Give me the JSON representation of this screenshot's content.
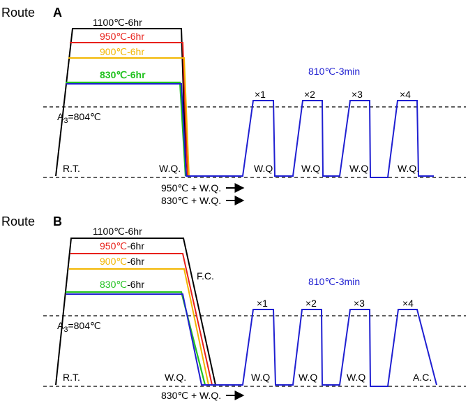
{
  "colors": {
    "black": "#000000",
    "red": "#e8211b",
    "orange": "#f2b600",
    "green": "#22c21f",
    "blue": "#1f1fd1"
  },
  "route_a": {
    "word": "Route",
    "letter": "A",
    "profile_1100": "1100℃-6hr",
    "profile_950": "950℃-6hr",
    "profile_900": "900℃-6hr",
    "profile_830": "830℃-6hr",
    "cycle_temp_num": "810℃",
    "cycle_temp_rest": "-3min",
    "a3": "A",
    "a3_sub": "3",
    "a3_value": "=804℃",
    "rt": "R.T.",
    "wq_main": "W.Q.",
    "cycles": [
      "×1",
      "×2",
      "×3",
      "×4"
    ],
    "wq_cycles": [
      "W.Q",
      "W.Q",
      "W.Q",
      "W.Q."
    ],
    "note_950": "950℃ + W.Q.",
    "note_830": "830℃ + W.Q."
  },
  "route_b": {
    "word": "Route",
    "letter": "B",
    "profile_1100": "1100℃-6hr",
    "profile_950_num": "950℃",
    "profile_950_rest": "-6hr",
    "profile_900_num": "900℃",
    "profile_900_rest": "-6hr",
    "profile_830_num": "830℃",
    "profile_830_rest": "-6hr",
    "fc": "F.C.",
    "cycle_temp_num": "810℃",
    "cycle_temp_rest": "-3min",
    "a3": "A",
    "a3_sub": "3",
    "a3_value": "=804℃",
    "rt": "R.T.",
    "wq_main": "W.Q.",
    "cycles": [
      "×1",
      "×2",
      "×3",
      "×4"
    ],
    "wq_cycles": [
      "W.Q",
      "W.Q",
      "W.Q"
    ],
    "ac": "A.C.",
    "note_830": "830℃ + W.Q."
  }
}
